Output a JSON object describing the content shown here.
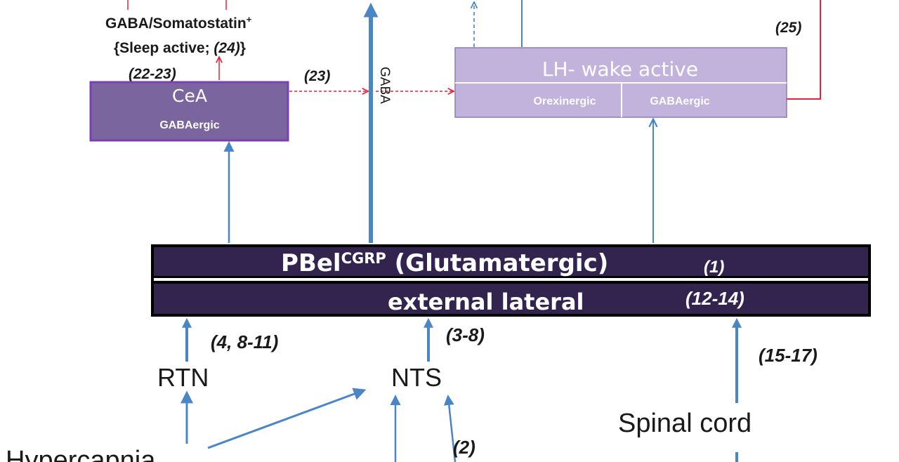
{
  "nodes": {
    "gaba_somatostatin": {
      "line1": "GABA/Somatostatin",
      "line1_sup": "+",
      "line2_open": "{Sleep active; ",
      "line2_ref": "(24)",
      "line2_close": "}"
    },
    "cea": {
      "title": "CeA",
      "subtitle": "GABAergic"
    },
    "lh": {
      "title": "LH- wake active",
      "left": "Orexinergic",
      "right": "GABAergic"
    },
    "pbel": {
      "title_main": "PBel",
      "title_sup": "CGRP",
      "title_rest": " (Glutamatergic)",
      "title_ref": "(1)",
      "subtitle": "external lateral",
      "subtitle_ref": "(12-14)"
    },
    "rtn": "RTN",
    "nts": "NTS",
    "spinal_cord": "Spinal cord",
    "hypercapnia": "Hypercapnia"
  },
  "edge_labels": {
    "gaba_vertical": "GABA",
    "ref_22_23": "(22-23)",
    "ref_23": "(23)",
    "ref_25": "(25)",
    "ref_4_8_11": "(4, 8-11)",
    "ref_3_8": "(3-8)",
    "ref_15_17": "(15-17)",
    "ref_2": "(2)"
  },
  "colors": {
    "arrow_blue": "#4a86c5",
    "inhibit_red": "#e2243c",
    "pbel_fill": "#32234f",
    "cea_fill": "#7a659f",
    "cea_border": "#7a3fb0",
    "lh_fill": "#c2b3dd",
    "lh_border": "#8d7bb7"
  }
}
